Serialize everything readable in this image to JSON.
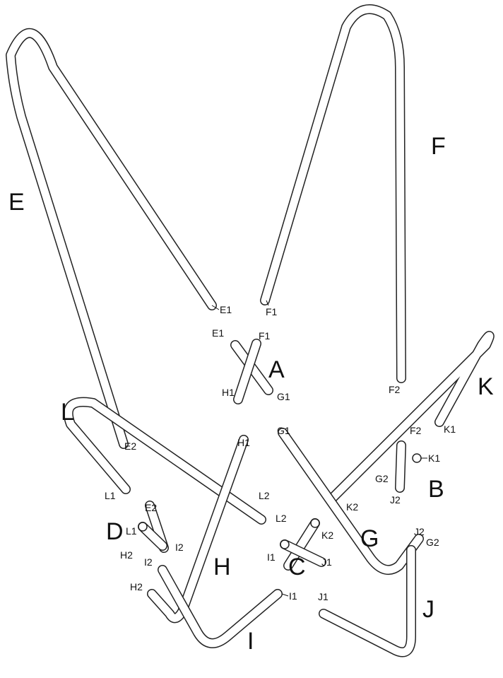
{
  "parts": {
    "E": "E",
    "F": "F",
    "A": "A",
    "K": "K",
    "L": "L",
    "B": "B",
    "D": "D",
    "H": "H",
    "G": "G",
    "C": "C",
    "J": "J",
    "I": "I"
  },
  "endpoints": {
    "e1_end": "E1",
    "f1_end": "F1",
    "a_e1": "E1",
    "a_f1": "F1",
    "a_g1": "G1",
    "a_h1": "H1",
    "f2_end": "F2",
    "k1_end": "K1",
    "b_f2": "F2",
    "b_k1": "K1",
    "b_g2": "G2",
    "b_j2": "J2",
    "g1_end": "G1",
    "h1_end": "H1",
    "e2_end": "E2",
    "l1_end": "L1",
    "l2_end": "L2",
    "k2_end": "K2",
    "d_e2": "E2",
    "d_l1": "L1",
    "d_h2": "H2",
    "d_i2": "I2",
    "c_l2": "L2",
    "c_k2": "K2",
    "c_i1": "I1",
    "c_j1": "J1",
    "j2_end": "J2",
    "g2_end": "G2",
    "i2_end": "I2",
    "h2_end": "H2",
    "i1_end": "I1",
    "j1_end": "J1"
  }
}
